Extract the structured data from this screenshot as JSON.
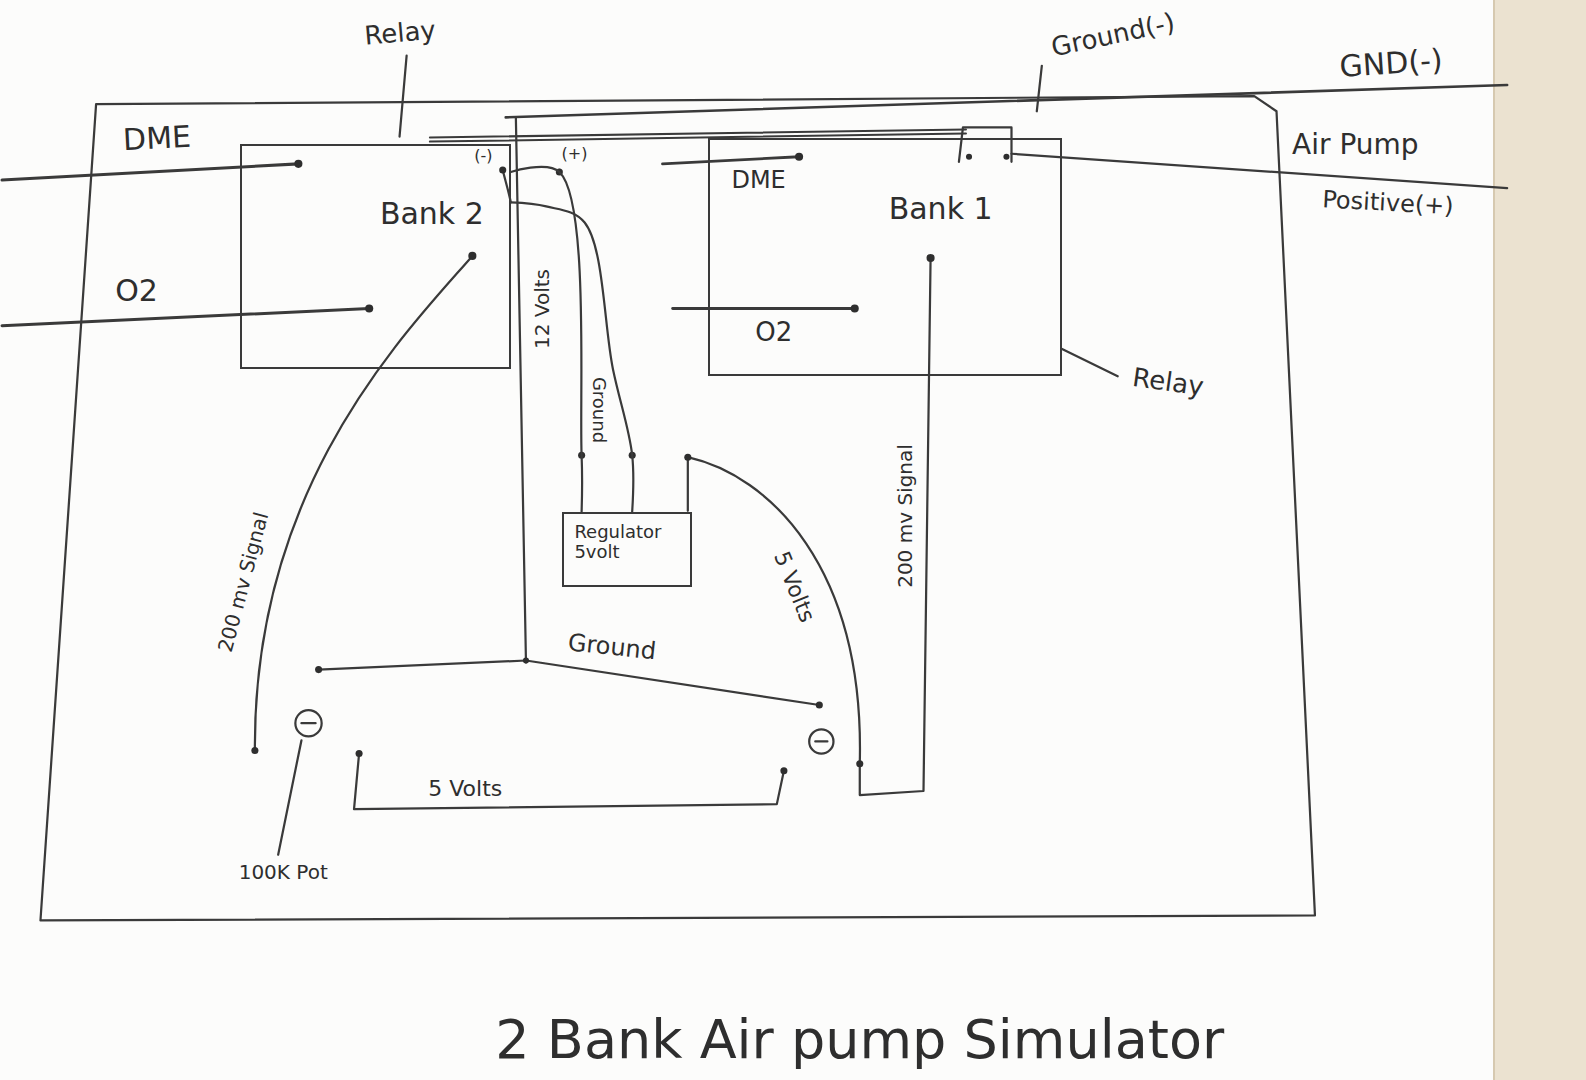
{
  "diagram": {
    "title": "2 Bank Air pump Simulator",
    "nodes": [
      {
        "text": [
          "Bank 2"
        ]
      },
      {
        "text": [
          "Bank 1"
        ]
      },
      {
        "text": [
          "Regulator 5volt"
        ]
      }
    ],
    "edges": [
      {
        "from": 0,
        "to": 2,
        "arrow": "none",
        "label": "12 Volts"
      },
      {
        "from": 0,
        "to": 2,
        "arrow": "none",
        "label": "Ground"
      }
    ],
    "labels": [
      "Relay",
      "Ground(-)",
      "GND(-)",
      "DME",
      "Air Pump",
      "Positive(+)",
      "(-)",
      "(+)",
      "DME",
      "O2",
      "O2",
      "Relay",
      "200 mv Signal",
      "5 Volts",
      "200 mv Signal",
      "Ground",
      "5 Volts",
      "100K Pot"
    ]
  }
}
